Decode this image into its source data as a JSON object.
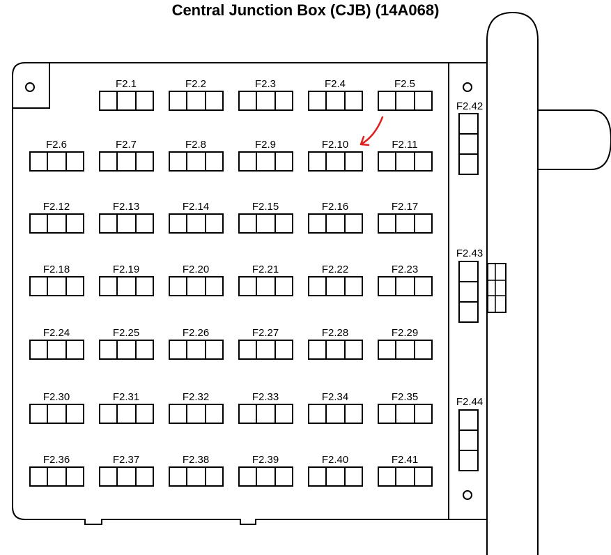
{
  "title": "Central Junction Box (CJB) (14A068)",
  "highlight_color": "#e02020",
  "highlighted_fuse": "F2.10",
  "fuse_grid": [
    [
      "F2.1",
      "F2.2",
      "F2.3",
      "F2.4",
      "F2.5"
    ],
    [
      "F2.6",
      "F2.7",
      "F2.8",
      "F2.9",
      "F2.10",
      "F2.11"
    ],
    [
      "F2.12",
      "F2.13",
      "F2.14",
      "F2.15",
      "F2.16",
      "F2.17"
    ],
    [
      "F2.18",
      "F2.19",
      "F2.20",
      "F2.21",
      "F2.22",
      "F2.23"
    ],
    [
      "F2.24",
      "F2.25",
      "F2.26",
      "F2.27",
      "F2.28",
      "F2.29"
    ],
    [
      "F2.30",
      "F2.31",
      "F2.32",
      "F2.33",
      "F2.34",
      "F2.35"
    ],
    [
      "F2.36",
      "F2.37",
      "F2.38",
      "F2.39",
      "F2.40",
      "F2.41"
    ]
  ],
  "side_fuses": [
    "F2.42",
    "F2.43",
    "F2.44"
  ]
}
